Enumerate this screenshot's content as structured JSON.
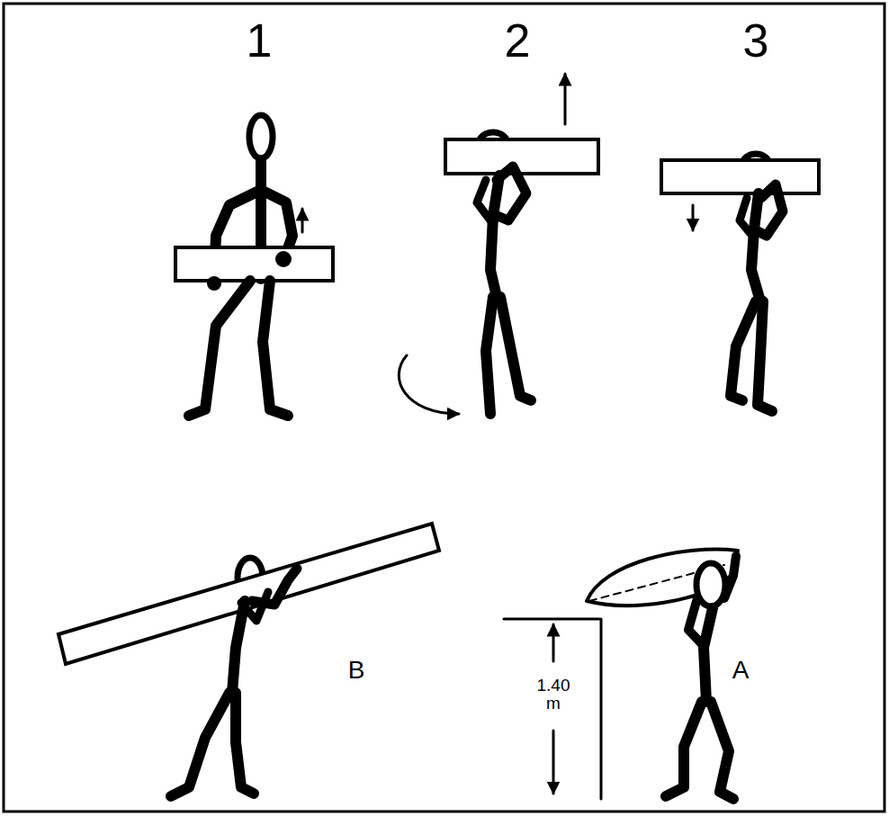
{
  "diagram": {
    "labels": [
      "1",
      "2",
      "3",
      "B",
      "A",
      "1.40 m"
    ]
  }
}
